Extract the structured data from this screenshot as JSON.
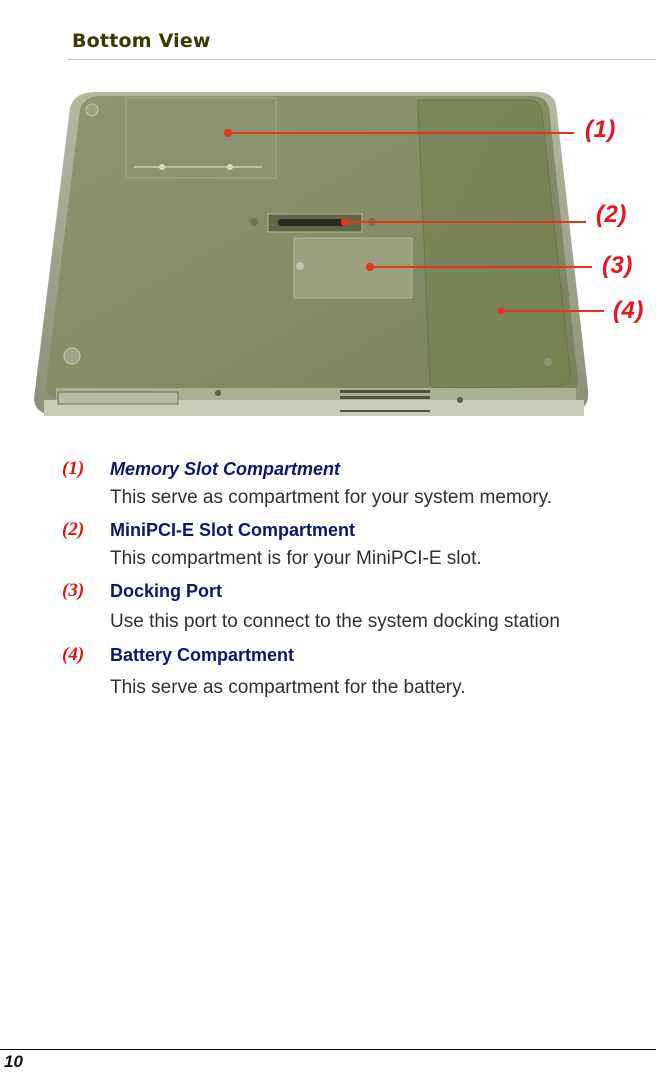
{
  "section": {
    "title": "Bottom View"
  },
  "figure": {
    "description": "Laptop bottom view photo with callouts",
    "callout_color": "#e8141e",
    "callouts": [
      {
        "label": "(1)"
      },
      {
        "label": "(2)"
      },
      {
        "label": "(3)"
      },
      {
        "label": "(4)"
      }
    ]
  },
  "legend": {
    "items": [
      {
        "number": "(1)",
        "title": "Memory Slot Compartment",
        "description": "This serve as compartment for your system memory."
      },
      {
        "number": "(2)",
        "title": "MiniPCI-E Slot Compartment",
        "description": "This compartment is for your MiniPCI-E slot."
      },
      {
        "number": "(3)",
        "title": "Docking Port",
        "description": "Use this port to connect to the system docking station"
      },
      {
        "number": "(4)",
        "title": "Battery Compartment",
        "description": "This serve as compartment for the battery."
      }
    ]
  },
  "footer": {
    "page_number": "10"
  }
}
